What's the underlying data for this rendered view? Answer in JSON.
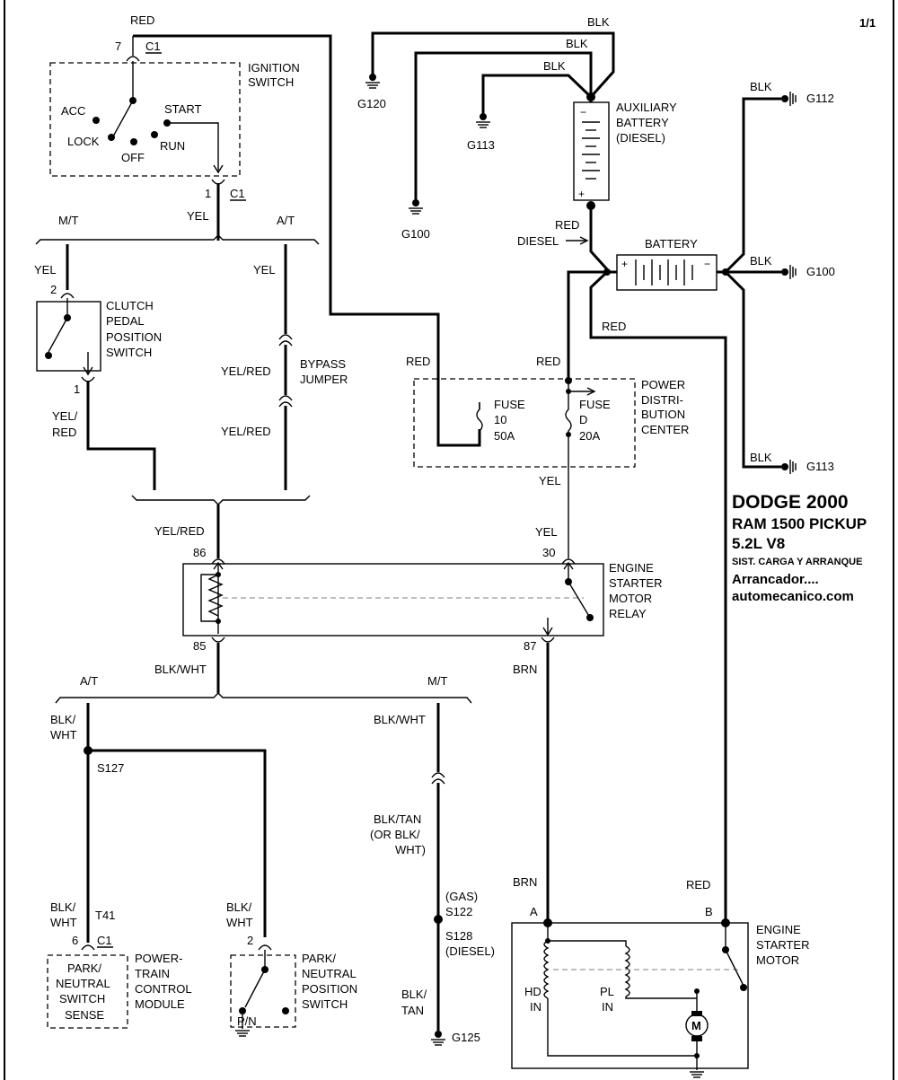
{
  "page_number": "1/1",
  "title": {
    "make_year": "DODGE  2000",
    "model": "RAM 1500 PICKUP",
    "engine": "5.2L  V8",
    "system": "SIST. CARGA Y ARRANQUE",
    "subject": "Arrancador....",
    "website": "automecanico.com"
  },
  "components": {
    "ignition_switch": [
      "IGNITION",
      "SWITCH"
    ],
    "ignition_positions": {
      "acc": "ACC",
      "lock": "LOCK",
      "off": "OFF",
      "start": "START",
      "run": "RUN"
    },
    "clutch_switch": [
      "CLUTCH",
      "PEDAL",
      "POSITION",
      "SWITCH"
    ],
    "bypass_jumper": [
      "BYPASS",
      "JUMPER"
    ],
    "aux_battery": [
      "AUXILIARY",
      "BATTERY",
      "(DIESEL)"
    ],
    "battery": "BATTERY",
    "pdc": [
      "POWER",
      "DISTRI-",
      "BUTION",
      "CENTER"
    ],
    "fuse10": [
      "FUSE",
      "10",
      "50A"
    ],
    "fused": [
      "FUSE",
      "D",
      "20A"
    ],
    "relay": [
      "ENGINE",
      "STARTER",
      "MOTOR",
      "RELAY"
    ],
    "pcm": [
      "POWER-",
      "TRAIN",
      "CONTROL",
      "MODULE"
    ],
    "pn_sense": [
      "PARK/",
      "NEUTRAL",
      "SWITCH",
      "SENSE"
    ],
    "pn_switch": [
      "PARK/",
      "NEUTRAL",
      "POSITION",
      "SWITCH"
    ],
    "starter_motor": [
      "ENGINE",
      "STARTER",
      "MOTOR"
    ],
    "hd": [
      "HD",
      "IN"
    ],
    "pl": [
      "PL",
      "IN"
    ],
    "motor_symbol": "M",
    "pn_label": "P/N"
  },
  "grounds": {
    "g120": "G120",
    "g113a": "G113",
    "g100a": "G100",
    "g112": "G112",
    "g100b": "G100",
    "g113b": "G113",
    "g125": "G125"
  },
  "connectors": {
    "c1": "C1",
    "pin7": "7",
    "pin1": "1",
    "pin2": "2",
    "pin1b": "1",
    "pin86": "86",
    "pin85": "85",
    "pin30": "30",
    "pin87": "87",
    "pin6": "6",
    "pin2b": "2",
    "t41": "T41",
    "c1b": "C1",
    "term_a": "A",
    "term_b": "B"
  },
  "splices": {
    "s127": "S127",
    "s122": "(GAS)",
    "s122b": "S122",
    "s128": "S128",
    "s128b": "(DIESEL)"
  },
  "wires": {
    "red_top": "RED",
    "yel_ign": "YEL",
    "mt1": "M/T",
    "at1": "A/T",
    "yel_clutch": "YEL",
    "yel_bypass": "YEL",
    "yelred_b1": "YEL/RED",
    "yelred_b2": "YEL/RED",
    "yelred_c1": "YEL/",
    "yelred_c2": "RED",
    "yelred_relay": "YEL/RED",
    "blk1": "BLK",
    "blk2": "BLK",
    "blk3": "BLK",
    "red_diesel": "RED",
    "diesel": "DIESEL",
    "blk_g112": "BLK",
    "blk_g100": "BLK",
    "blk_g113": "BLK",
    "red_batt": "RED",
    "red_fuse10": "RED",
    "red_fused": "RED",
    "yel_pdc": "YEL",
    "yel_30": "YEL",
    "blkwht_85": "BLK/WHT",
    "at2": "A/T",
    "mt2": "M/T",
    "blkwht_a1": "BLK/",
    "blkwht_a2": "WHT",
    "blkwht_m": "BLK/WHT",
    "blktan1": "BLK/TAN",
    "blktan2": "(OR BLK/",
    "blktan3": "WHT)",
    "blkwht_pcm1": "BLK/",
    "blkwht_pcm2": "WHT",
    "blkwht_pn1": "BLK/",
    "blkwht_pn2": "WHT",
    "blktan_g1": "BLK/",
    "blktan_g2": "TAN",
    "brn_87": "BRN",
    "brn_a": "BRN",
    "red_b": "RED"
  }
}
